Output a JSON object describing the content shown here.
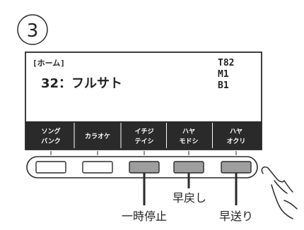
{
  "step_number": "3",
  "display": {
    "mode_label": "[ホーム]",
    "song_line": "32：フルサト",
    "status_lines": [
      "T82",
      "M1",
      "B1"
    ]
  },
  "softkeys": [
    {
      "line1": "ソング",
      "line2": "バンク"
    },
    {
      "line1": "カラオケ",
      "line2": ""
    },
    {
      "line1": "イチジ",
      "line2": "テイシ"
    },
    {
      "line1": "ハヤ",
      "line2": "モドシ"
    },
    {
      "line1": "ハヤ",
      "line2": "オクリ"
    }
  ],
  "buttons": [
    {
      "name": "button-1",
      "pressed": false
    },
    {
      "name": "button-2",
      "pressed": false
    },
    {
      "name": "button-3",
      "pressed": true
    },
    {
      "name": "button-4",
      "pressed": true
    },
    {
      "name": "button-5",
      "pressed": true
    }
  ],
  "callouts": {
    "pause": "一時停止",
    "rewind": "早戻し",
    "fast_forward": "早送り"
  },
  "colors": {
    "lcd_bar": "#2a2a2a",
    "button_active": "#9e9e9e",
    "outline": "#2a2a2a"
  }
}
